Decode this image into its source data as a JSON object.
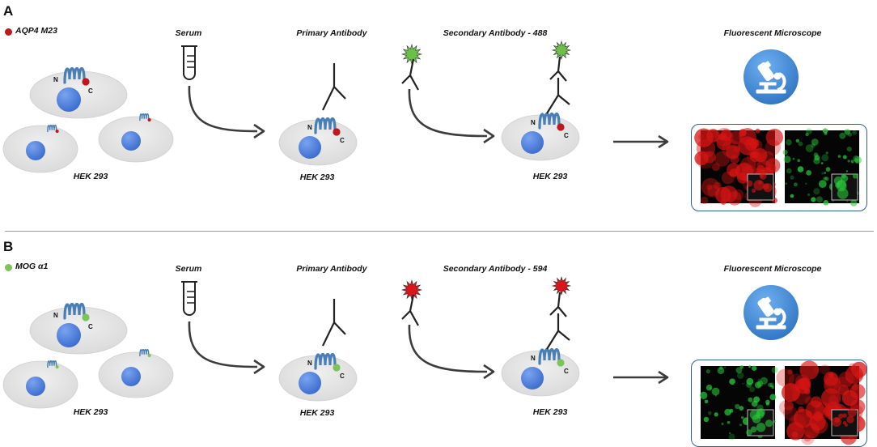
{
  "panels": [
    {
      "letter": "A",
      "legend_label": "AQP4 M23",
      "legend_color": "#c0161c",
      "step_serum": "Serum",
      "step_primary": "Primary Antibody",
      "step_secondary": "Secondary Antibody - 488",
      "step_microscope": "Fluorescent Microscope",
      "cell_label": "HEK 293",
      "secondary_color": "#6cbf4a",
      "image_left_color": "red",
      "image_right_color": "green"
    },
    {
      "letter": "B",
      "legend_label": "MOG α1",
      "legend_color": "#7dc35b",
      "step_serum": "Serum",
      "step_primary": "Primary Antibody",
      "step_secondary": "Secondary Antibody - 594",
      "step_microscope": "Fluorescent Microscope",
      "cell_label": "HEK 293",
      "secondary_color": "#d8161c",
      "image_left_color": "green",
      "image_right_color": "red"
    }
  ],
  "terminal_labels": {
    "n": "N",
    "c": "C"
  },
  "icons": {
    "tube": "test-tube-icon",
    "microscope": "microscope-icon"
  },
  "colors": {
    "cell": "#e4e4e4",
    "nucleus": "#3f6fcf",
    "receptor": "#4a7fb5",
    "arrow": "#3c3c3c",
    "circle_bg": "#3f88d6"
  }
}
